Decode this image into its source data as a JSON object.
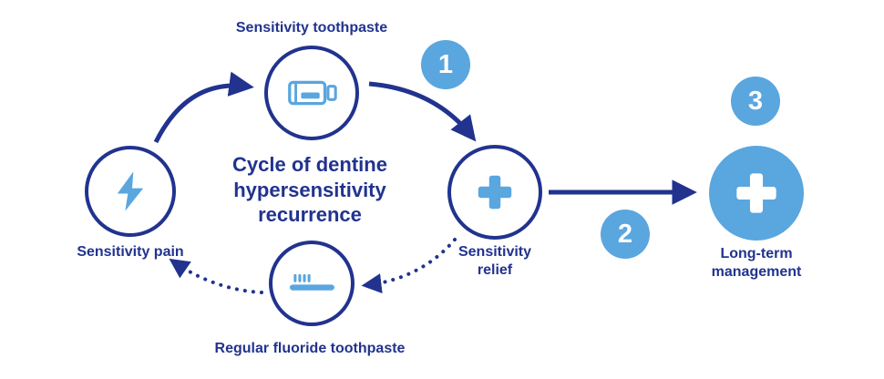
{
  "title": {
    "text": "Cycle of dentine hypersensitivity recurrence"
  },
  "nodes": {
    "toothpaste": {
      "label": "Sensitivity toothpaste",
      "icon": "toothpaste-tube-icon"
    },
    "pain": {
      "label": "Sensitivity pain",
      "icon": "lightning-bolt-icon"
    },
    "relief": {
      "label": "Sensitivity relief",
      "icon": "plus-cross-icon"
    },
    "fluoride": {
      "label": "Regular fluoride toothpaste",
      "icon": "toothbrush-icon"
    },
    "longterm": {
      "label": "Long-term management",
      "icon": "plus-cross-icon"
    }
  },
  "badges": {
    "step1": "1",
    "step2": "2",
    "step3": "3"
  },
  "colors": {
    "navy": "#21338e",
    "light_blue": "#5aa6df",
    "background": "#ffffff"
  }
}
